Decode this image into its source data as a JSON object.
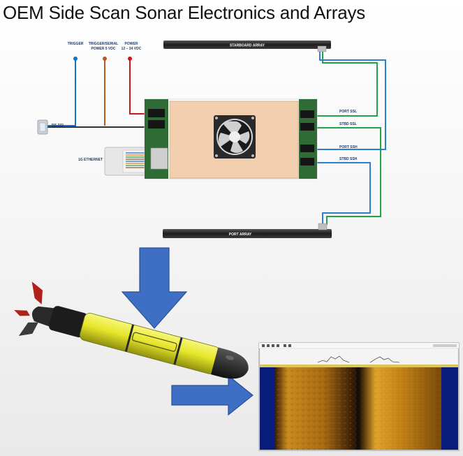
{
  "title": "OEM Side Scan Sonar Electronics and Arrays",
  "labels": {
    "trigger": "TRIGGER",
    "trigger_serial_1": "TRIGGER/SERIAL",
    "trigger_serial_2": "POWER 5 VDC",
    "power_1": "POWER",
    "power_2": "12 – 34 VDC",
    "rs232": "RS-232",
    "ethernet": "1G ETHERNET",
    "port_ssl": "PORT SSL",
    "stbd_ssl": "STBD SSL",
    "port_ssh": "PORT SSH",
    "stbd_ssh": "STBD SSH",
    "starboard_array": "STARBOARD ARRAY",
    "port_array": "PORT ARRAY"
  },
  "colors": {
    "trigger_wire": "#1a6fc4",
    "serial_wire": "#b85c1e",
    "power_wire": "#d01515",
    "ssl_wire": "#22a34a",
    "ssh_wire": "#2a7fd0",
    "arrow_fill": "#3f6fc4",
    "auv_body": "#e6e62a",
    "board_top": "#f2cfae",
    "sonar_water": "#0a1c7a",
    "sonar_bottom": "#c98a1e"
  },
  "icons": [
    "fan-icon",
    "rs232-connector-icon",
    "ethernet-plug-icon",
    "down-arrow-icon",
    "right-arrow-icon"
  ]
}
